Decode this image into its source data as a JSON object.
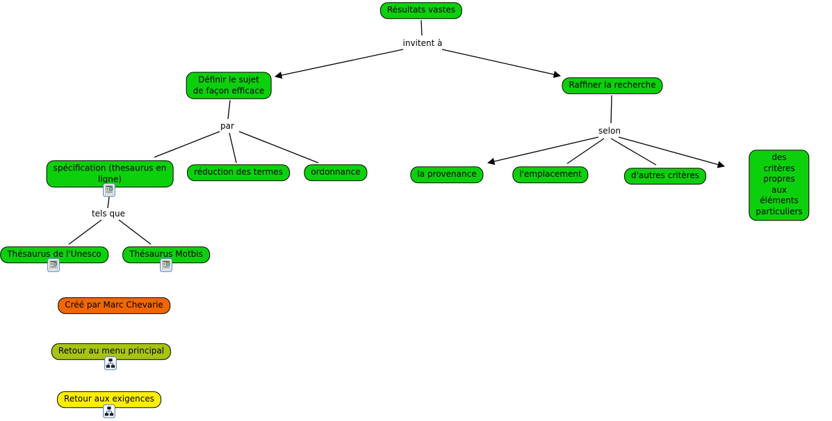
{
  "colors": {
    "node_green": "#0dd00d",
    "credit_orange": "#f26600",
    "menu_olive": "#a8c413",
    "exigences_yellow": "#ffee00",
    "border": "#000000",
    "background": "#ffffff",
    "icon_border_blue": "#5b87c5"
  },
  "diagram": {
    "nodes": {
      "resultats_vastes": {
        "label": "Résultats vastes"
      },
      "definir_sujet": {
        "label": "Définir le sujet\nde façon efficace"
      },
      "raffiner_recherche": {
        "label": "Raffiner la recherche"
      },
      "specification": {
        "label": "spécification (thesaurus en\nligne)"
      },
      "reduction_termes": {
        "label": "réduction des termes"
      },
      "ordonnance": {
        "label": "ordonnance"
      },
      "la_provenance": {
        "label": "la provenance"
      },
      "emplacement": {
        "label": "l'emplacement"
      },
      "autres_criteres": {
        "label": "d'autres critères"
      },
      "criteres_particuliers": {
        "label": "des critères\npropres aux éléments\nparticuliers"
      },
      "thesaurus_unesco": {
        "label": "Thésaurus de l'Unesco"
      },
      "thesaurus_motbis": {
        "label": "Thésaurus Motbis"
      },
      "credit": {
        "label": "Créé par Marc Chevarie"
      },
      "retour_menu": {
        "label": "Retour au menu principal"
      },
      "retour_exigences": {
        "label": "Retour aux exigences"
      }
    },
    "linking_phrases": {
      "invitent_a": "invitent à",
      "par": "par",
      "selon": "selon",
      "tels_que": "tels que"
    },
    "edges": [
      {
        "from": "Résultats vastes",
        "via": "invitent à",
        "to": "Définir le sujet de façon efficace",
        "arrow": true
      },
      {
        "from": "Résultats vastes",
        "via": "invitent à",
        "to": "Raffiner la recherche",
        "arrow": true
      },
      {
        "from": "Définir le sujet de façon efficace",
        "via": "par",
        "to": "spécification (thesaurus en ligne)",
        "arrow": false
      },
      {
        "from": "Définir le sujet de façon efficace",
        "via": "par",
        "to": "réduction des termes",
        "arrow": false
      },
      {
        "from": "Définir le sujet de façon efficace",
        "via": "par",
        "to": "ordonnance",
        "arrow": false
      },
      {
        "from": "Raffiner la recherche",
        "via": "selon",
        "to": "la provenance",
        "arrow": true
      },
      {
        "from": "Raffiner la recherche",
        "via": "selon",
        "to": "l'emplacement",
        "arrow": false
      },
      {
        "from": "Raffiner la recherche",
        "via": "selon",
        "to": "d'autres critères",
        "arrow": false
      },
      {
        "from": "Raffiner la recherche",
        "via": "selon",
        "to": "des critères propres aux éléments particuliers",
        "arrow": true
      },
      {
        "from": "spécification (thesaurus en ligne)",
        "via": "tels que",
        "to": "Thésaurus de l'Unesco",
        "arrow": false
      },
      {
        "from": "spécification (thesaurus en ligne)",
        "via": "tels que",
        "to": "Thésaurus Motbis",
        "arrow": false
      }
    ],
    "icons": [
      {
        "on": "spécification (thesaurus en ligne)",
        "name": "document-resource-icon"
      },
      {
        "on": "Thésaurus de l'Unesco",
        "name": "document-resource-icon"
      },
      {
        "on": "Thésaurus Motbis",
        "name": "document-resource-icon"
      },
      {
        "on": "Retour au menu principal",
        "name": "concept-map-link-icon"
      },
      {
        "on": "Retour aux exigences",
        "name": "concept-map-link-icon"
      }
    ]
  }
}
